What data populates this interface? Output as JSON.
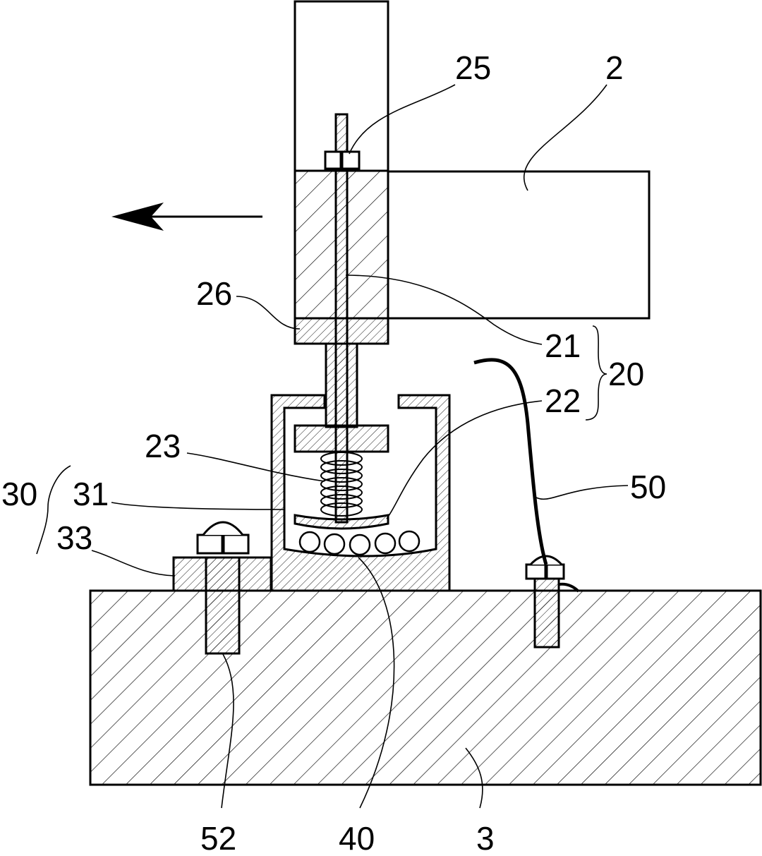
{
  "figure": {
    "labels": {
      "ref_25": "25",
      "ref_2": "2",
      "ref_26": "26",
      "ref_21": "21",
      "ref_20": "20",
      "ref_22": "22",
      "ref_23": "23",
      "ref_50": "50",
      "ref_30": "30",
      "ref_31": "31",
      "ref_33": "33",
      "ref_52": "52",
      "ref_40": "40",
      "ref_3": "3"
    }
  }
}
